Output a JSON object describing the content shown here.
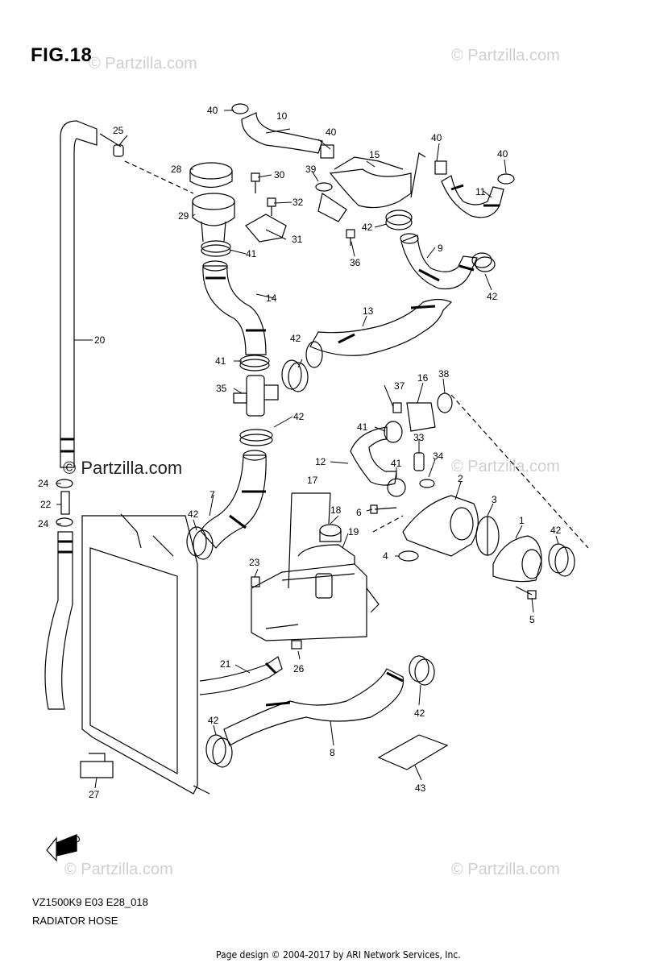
{
  "figure": {
    "title": "FIG.18",
    "code": "VZ1500K9 E03 E28_018",
    "name": "RADIATOR HOSE",
    "credit": "Page design © 2004-2017 by ARI Network Services, Inc.",
    "fwd_label": "FWD"
  },
  "watermarks": {
    "light": "© Partzilla.com",
    "dark": "© Partzilla.com"
  },
  "callouts": [
    "1",
    "2",
    "3",
    "4",
    "5",
    "6",
    "7",
    "8",
    "9",
    "10",
    "11",
    "12",
    "13",
    "14",
    "15",
    "16",
    "17",
    "18",
    "19",
    "20",
    "21",
    "22",
    "23",
    "24",
    "25",
    "26",
    "27",
    "28",
    "29",
    "30",
    "31",
    "32",
    "33",
    "34",
    "35",
    "36",
    "37",
    "38",
    "39",
    "40",
    "41",
    "42",
    "43"
  ]
}
